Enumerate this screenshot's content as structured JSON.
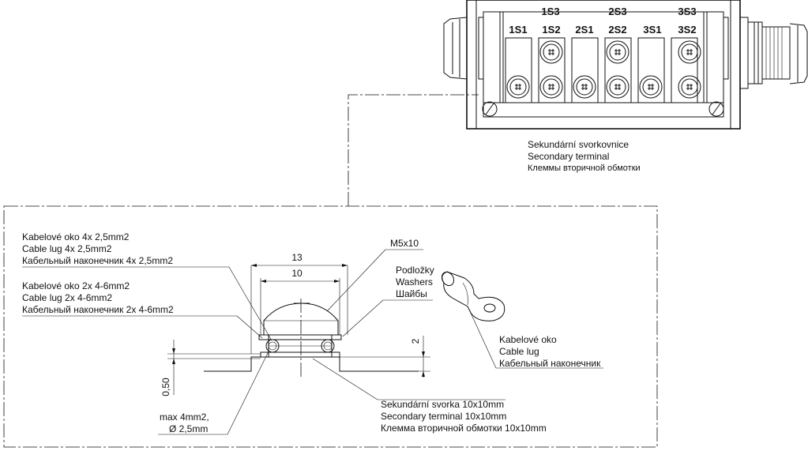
{
  "terminal_block": {
    "top_labels": [
      "1S3",
      "2S3",
      "3S3"
    ],
    "labels": [
      "1S1",
      "1S2",
      "2S1",
      "2S2",
      "3S1",
      "3S2"
    ],
    "caption": [
      "Sekundární svorkovnice",
      "Secondary terminal",
      "Клеммы вторичной обмотки"
    ]
  },
  "detail": {
    "cable_lug_small": [
      "Kabelové oko 4x 2,5mm2",
      "Cable lug 4x 2,5mm2",
      "Кабельный наконечник 4x 2,5mm2"
    ],
    "cable_lug_large": [
      "Kabelové oko 2x 4-6mm2",
      "Cable lug 2x 4-6mm2",
      "Кабельный наконечник 2x 4-6mm2"
    ],
    "screw": "M5x10",
    "washers": [
      "Podložky",
      "Washers",
      "Шайбы"
    ],
    "cable_lug_icon": [
      "Kabelové oko",
      "Cable lug",
      "Кабельный наконечник"
    ],
    "secondary_terminal": [
      "Sekundární svorka 10x10mm",
      "Secondary terminal 10x10mm",
      "Клемма вторичной обмотки 10x10mm"
    ],
    "wire": [
      "max 4mm2,",
      "Ø  2,5mm"
    ],
    "dim_13": "13",
    "dim_10": "10",
    "dim_2": "2",
    "dim_050": "0,50"
  }
}
